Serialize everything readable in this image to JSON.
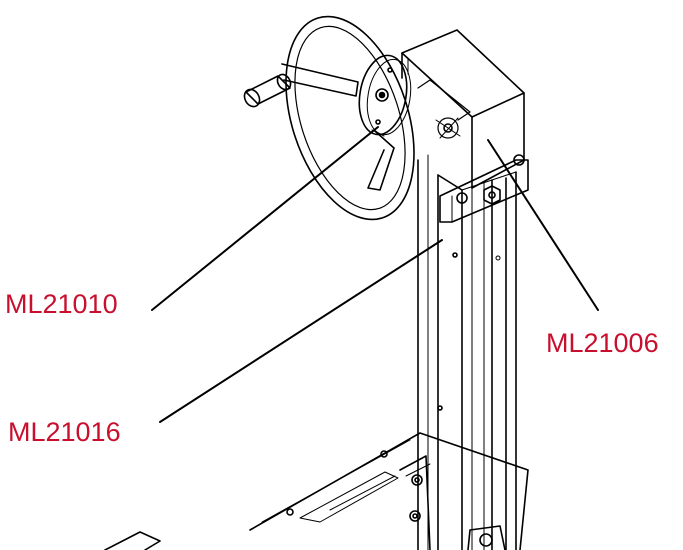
{
  "colors": {
    "label": "#c8102e",
    "line": "#000000",
    "background": "#ffffff"
  },
  "callouts": [
    {
      "part_number": "ML21010",
      "points_to": "handwheel"
    },
    {
      "part_number": "ML21006",
      "points_to": "gearbox-housing"
    },
    {
      "part_number": "ML21016",
      "points_to": "vertical-column"
    }
  ]
}
